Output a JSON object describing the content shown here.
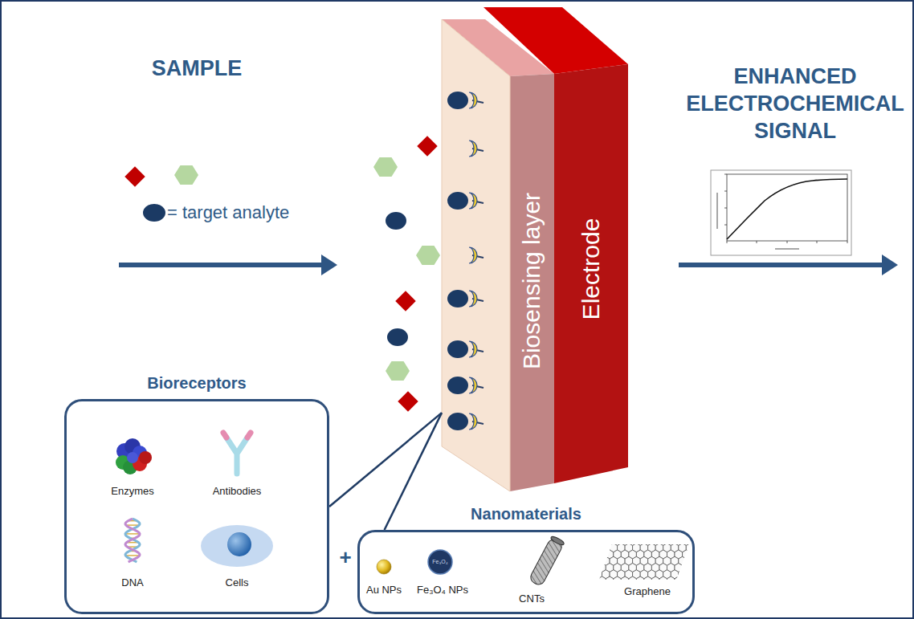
{
  "diagram": {
    "nodes": [
      {
        "text": [
          "Biosensing layer"
        ]
      },
      {
        "text": [
          "Electrode"
        ]
      },
      {
        "text": [
          "Bioreceptors"
        ]
      },
      {
        "text": [
          "Nanomaterials"
        ]
      }
    ],
    "edges": [
      {
        "from": 2,
        "to": 0,
        "arrow": "none"
      },
      {
        "from": 3,
        "to": 0,
        "arrow": "none"
      }
    ],
    "labels": [
      "SAMPLE",
      "= target analyte",
      "ENHANCED ELECTROCHEMICAL SIGNAL",
      "Enzymes",
      "Antibodies",
      "DNA",
      "Cells",
      "+",
      "Au NPs",
      "Fe₃O₄",
      "Fe₃O₄ NPs",
      "CNTs",
      "Graphene"
    ]
  }
}
